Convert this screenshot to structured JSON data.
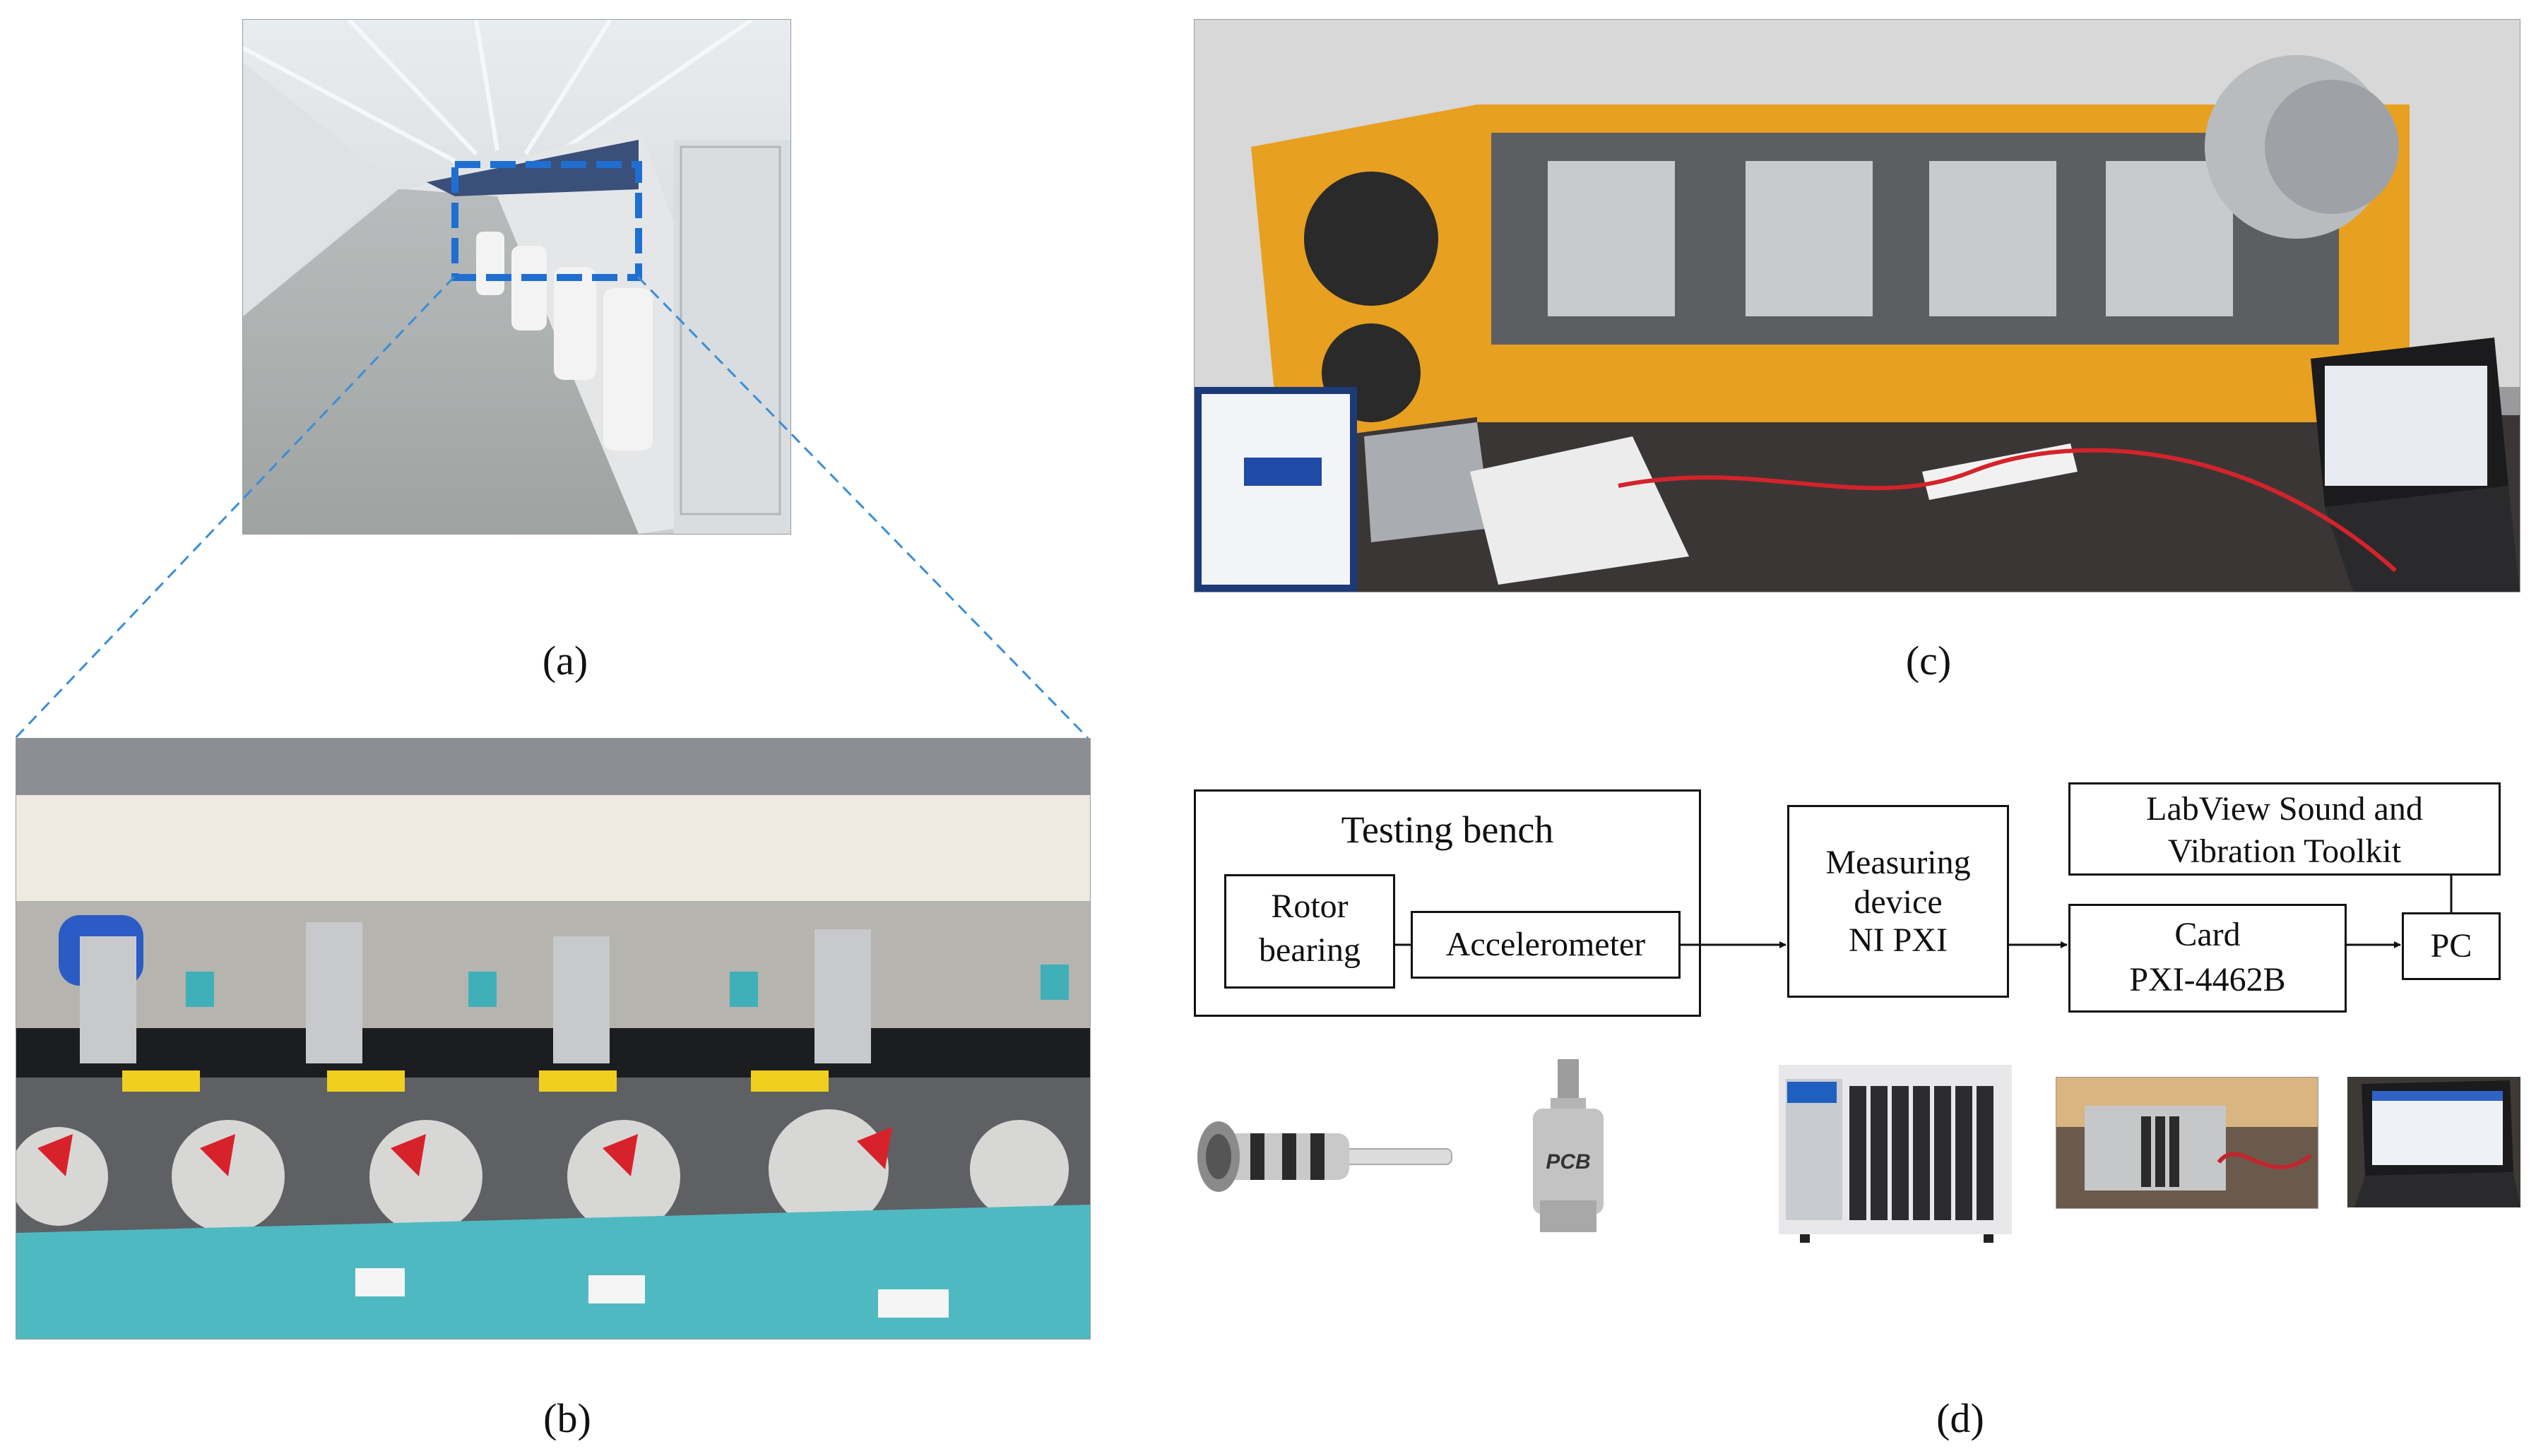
{
  "captions": {
    "a": "(a)",
    "b": "(b)",
    "c": "(c)",
    "d": "(d)"
  },
  "diagram": {
    "testing_bench": "Testing bench",
    "rotor_bearing_line1": "Rotor",
    "rotor_bearing_line2": "bearing",
    "accelerometer": "Accelerometer",
    "measuring_line1": "Measuring",
    "measuring_line2": "device",
    "measuring_line3": "NI PXI",
    "labview_line1": "LabView Sound and",
    "labview_line2": "Vibration Toolkit",
    "card_line1": "Card",
    "card_line2": "PXI-4462B",
    "pc": "PC"
  },
  "colors": {
    "highlight_box": "#1f6fd1",
    "zoom_lines": "#3a8fd6",
    "bench_orange": "#e8a020",
    "machine_teal": "#4fb9c2"
  }
}
